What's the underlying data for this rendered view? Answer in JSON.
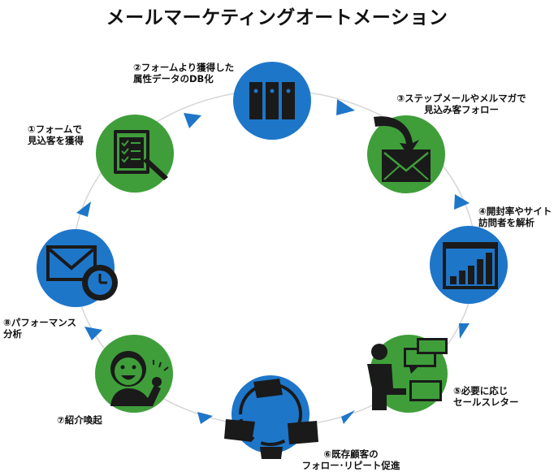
{
  "title": "メールマーケティングオートメーション",
  "colors": {
    "green": "#3f9e3a",
    "blue": "#1e76c9",
    "icon": "#1a1a1a",
    "arrow": "#1e76c9",
    "ring": "#d6d6d6"
  },
  "steps": [
    {
      "lines": [
        "①フォームで",
        "見込客を獲得"
      ],
      "icon": "checklist-pencil-icon",
      "color": "green"
    },
    {
      "lines": [
        "②フォームより獲得した",
        "属性データのDB化"
      ],
      "icon": "database-server-icon",
      "color": "blue"
    },
    {
      "lines": [
        "③ステップメールやメルマガで",
        "見込み客フォロー"
      ],
      "icon": "incoming-mail-icon",
      "color": "green"
    },
    {
      "lines": [
        "④開封率やサイト",
        "訪問者を解析"
      ],
      "icon": "bar-chart-window-icon",
      "color": "blue"
    },
    {
      "lines": [
        "⑤必要に応じ",
        "セールスレター"
      ],
      "icon": "person-chat-icon",
      "color": "green"
    },
    {
      "lines": [
        "⑥既存顧客の",
        "フォロー･リピート促進"
      ],
      "icon": "cycle-files-icon",
      "color": "blue"
    },
    {
      "lines": [
        "⑦紹介喚起"
      ],
      "icon": "smiling-person-icon",
      "color": "green"
    },
    {
      "lines": [
        "⑧パフォーマンス",
        "分析"
      ],
      "icon": "mail-clock-icon",
      "color": "blue"
    }
  ]
}
